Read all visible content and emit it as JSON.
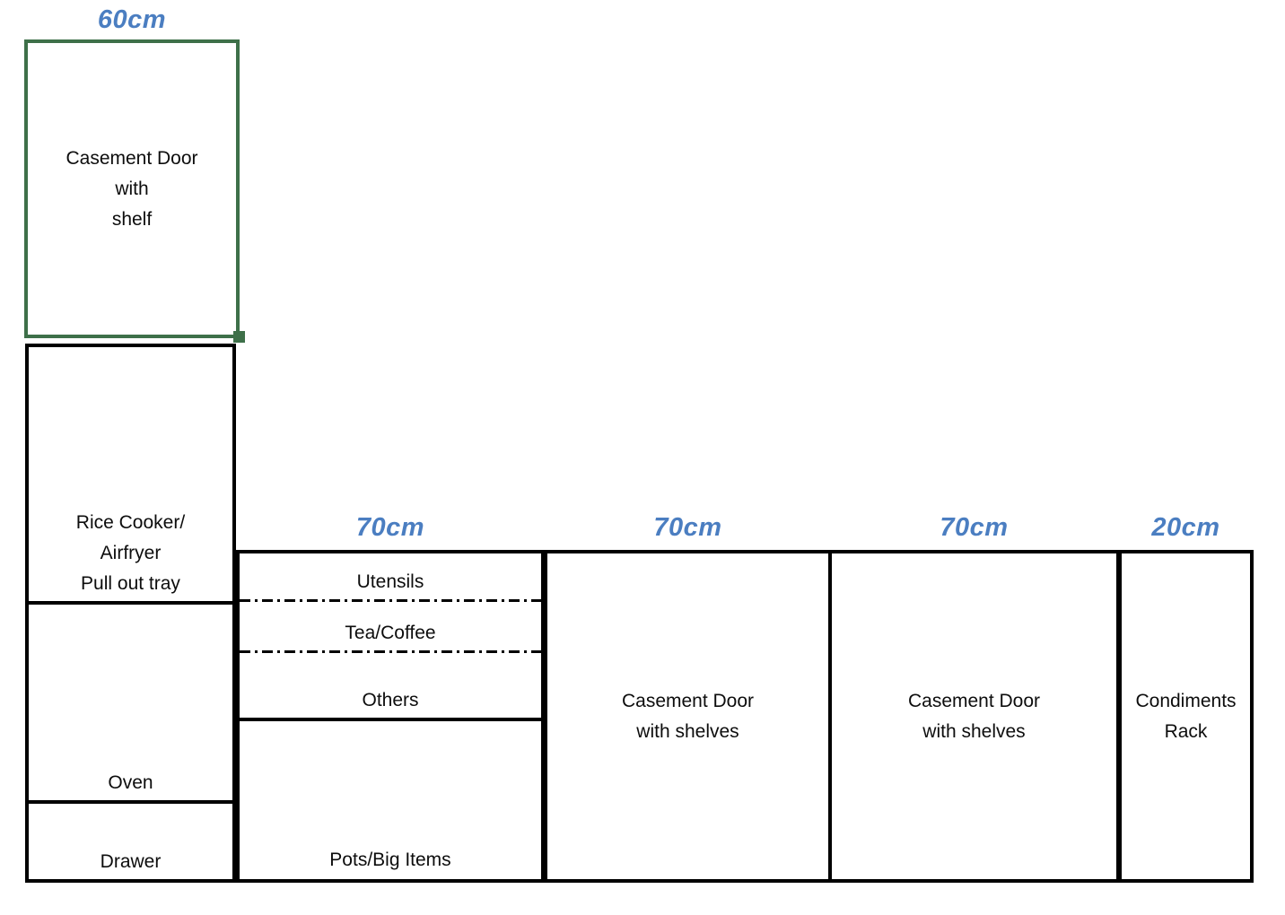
{
  "diagram": {
    "dimension_labels": {
      "upper_cabinet": "60cm",
      "utensils_column": "70cm",
      "casement_left": "70cm",
      "casement_right": "70cm",
      "condiments": "20cm"
    },
    "boxes": {
      "upper_cabinet": {
        "label": "Casement Door\nwith\nshelf"
      },
      "rice_cooker": {
        "label": "Rice Cooker/\nAirfryer\nPull out tray"
      },
      "oven": {
        "label": "Oven"
      },
      "drawer": {
        "label": "Drawer"
      },
      "utensils": {
        "label": "Utensils"
      },
      "tea_coffee": {
        "label": "Tea/Coffee"
      },
      "others": {
        "label": "Others"
      },
      "pots": {
        "label": "Pots/Big Items"
      },
      "casement_left": {
        "label": "Casement Door\nwith shelves"
      },
      "casement_right": {
        "label": "Casement Door\nwith shelves"
      },
      "condiments": {
        "label": "Condiments\nRack"
      }
    },
    "colors": {
      "dimension_text": "#4B7EC1",
      "selected_outline": "#3E7049",
      "line": "#000000"
    }
  }
}
